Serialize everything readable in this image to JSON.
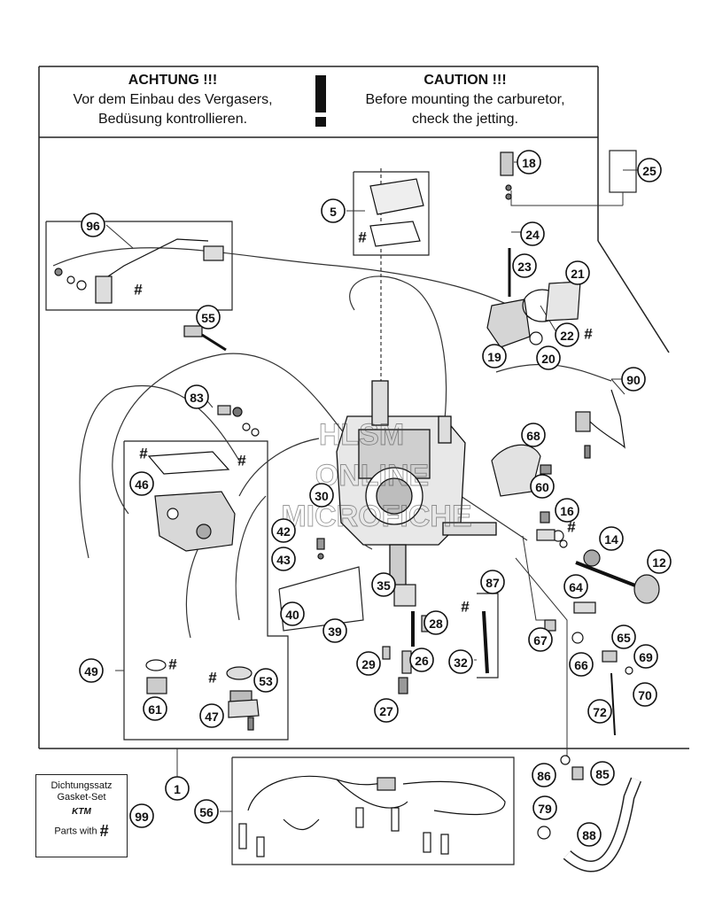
{
  "header": {
    "de_line1": "ACHTUNG !!!",
    "de_line2": "Vor dem Einbau des Vergasers,",
    "de_line3": "Bedüsung kontrollieren.",
    "en_line1": "CAUTION !!!",
    "en_line2": "Before mounting the carburetor,",
    "en_line3": "check the jetting.",
    "exclamation": "!"
  },
  "gasket_box": {
    "line1": "Dichtungssatz",
    "line2": "Gasket-Set",
    "logo": "KTM",
    "parts_label": "Parts with",
    "hash": "#"
  },
  "hash_symbol": "#",
  "watermark": {
    "line1": "HLSM",
    "line2": "ONLINE",
    "line3": "MICROFICHE"
  },
  "callouts": [
    "1",
    "5",
    "12",
    "14",
    "16",
    "18",
    "19",
    "20",
    "21",
    "22",
    "23",
    "24",
    "25",
    "26",
    "27",
    "28",
    "29",
    "30",
    "32",
    "35",
    "39",
    "40",
    "42",
    "43",
    "46",
    "47",
    "49",
    "53",
    "55",
    "56",
    "60",
    "61",
    "64",
    "65",
    "66",
    "67",
    "68",
    "69",
    "70",
    "72",
    "79",
    "83",
    "85",
    "86",
    "87",
    "88",
    "90",
    "96",
    "99"
  ]
}
